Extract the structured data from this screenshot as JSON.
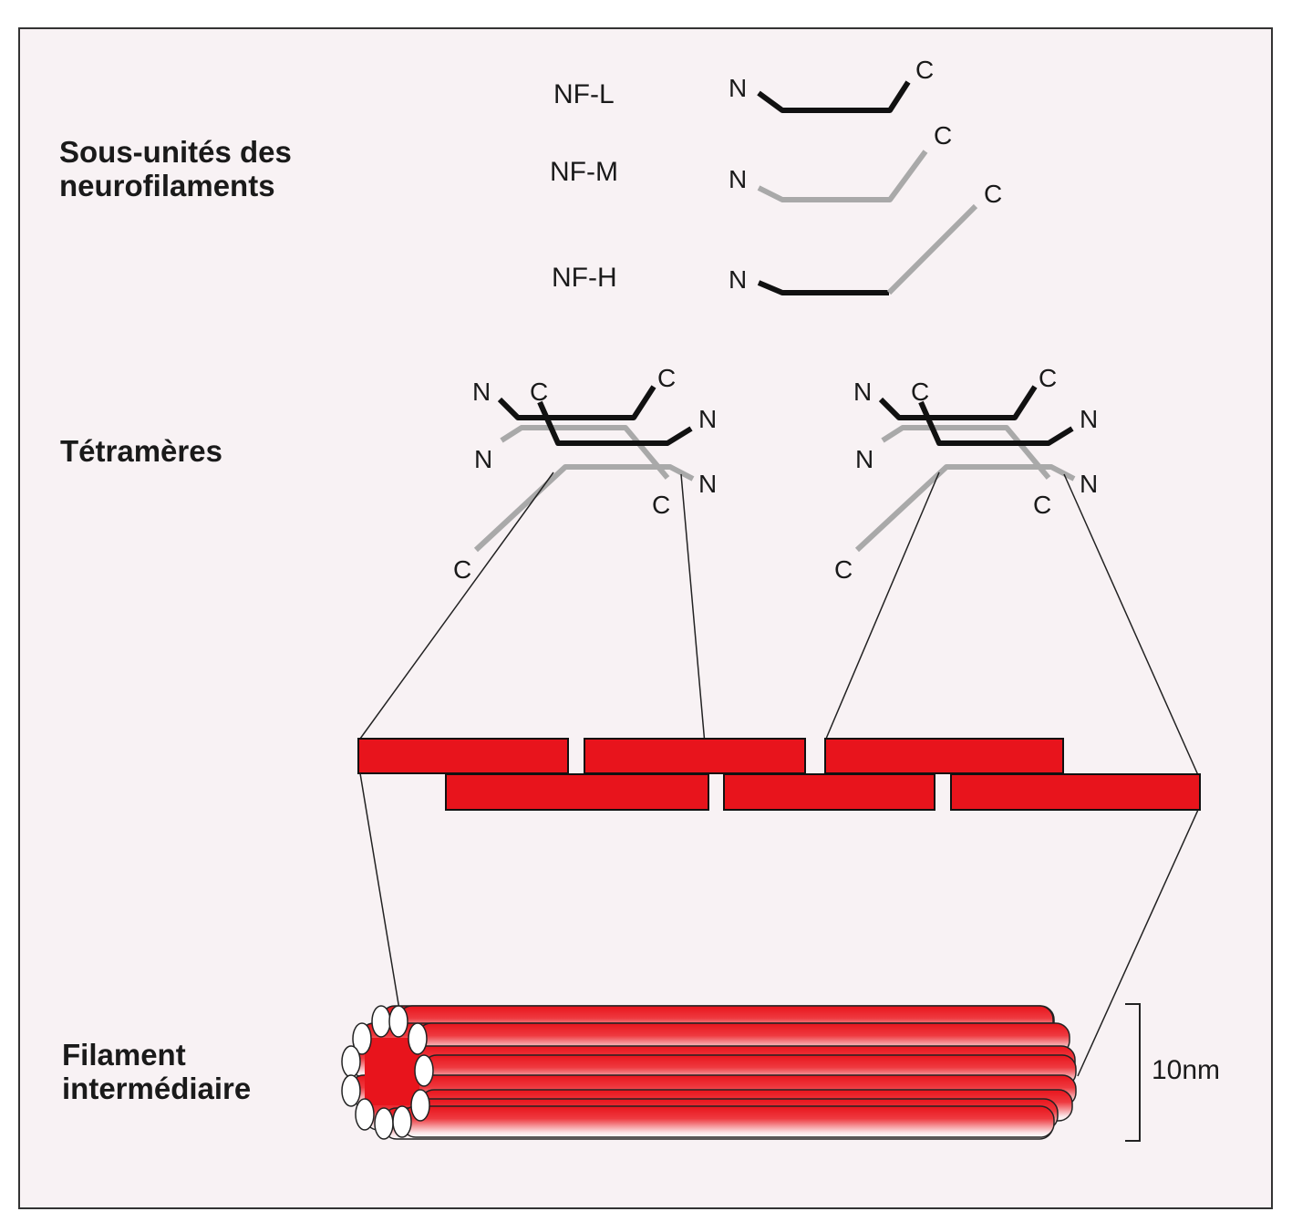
{
  "sections": {
    "subunits_line1": "Sous-unités des",
    "subunits_line2": "neurofilaments",
    "tetramers": "Tétramères",
    "filament_line1": "Filament",
    "filament_line2": "intermédiaire"
  },
  "subunits": [
    {
      "name": "NF-L",
      "n": "N",
      "c": "C"
    },
    {
      "name": "NF-M",
      "n": "N",
      "c": "C"
    },
    {
      "name": "NF-H",
      "n": "N",
      "c": "C"
    }
  ],
  "terminals": {
    "n": "N",
    "c": "C"
  },
  "scale_label": "10nm",
  "colors": {
    "black_chain": "#111111",
    "grey_chain": "#a9a9a9",
    "red": "#e8141c",
    "background": "#f8f2f4"
  }
}
